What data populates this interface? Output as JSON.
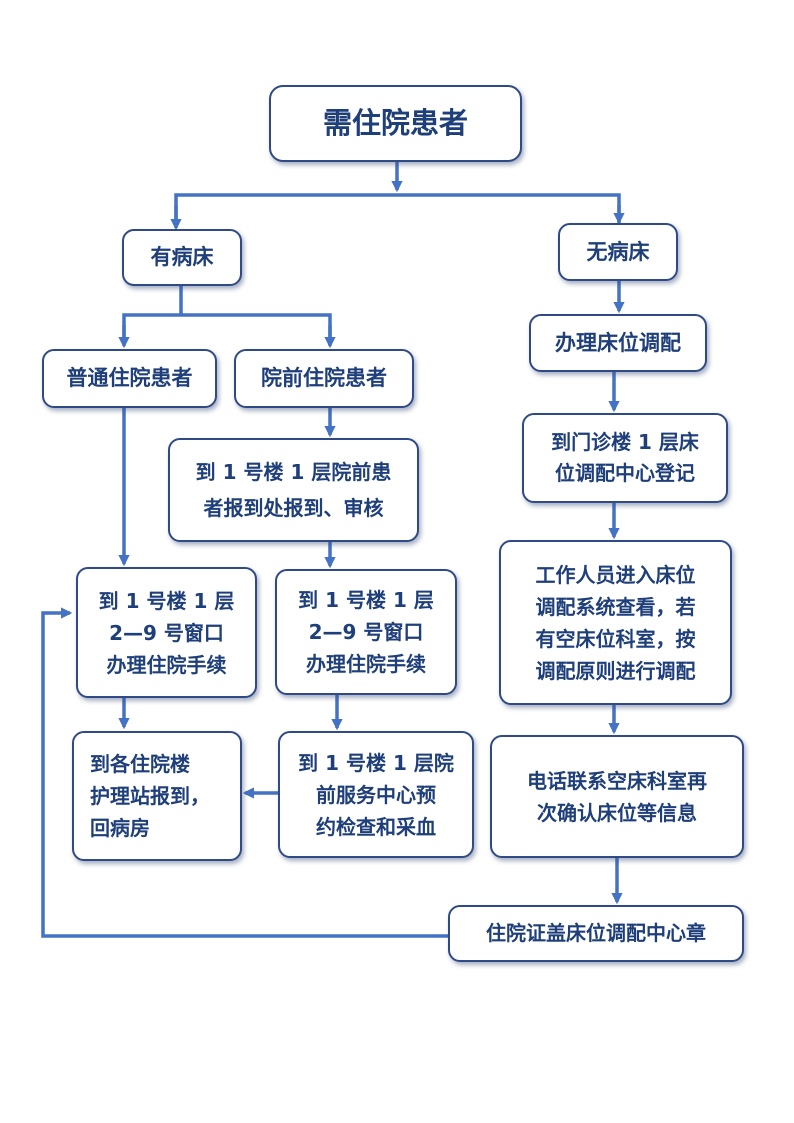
{
  "colors": {
    "line": "#4472c4",
    "border": "#2f4a86",
    "text": "#1f3f7a"
  },
  "nodes": {
    "start": "需住院患者",
    "has_bed": "有病床",
    "no_bed": "无病床",
    "regular_patient": "普通住院患者",
    "preadmission_patient": "院前住院患者",
    "bed_allocation": "办理床位调配",
    "preadmission_checkin": "到 1 号楼 1 层院前患\n者报到处报到、审核",
    "bed_center_register": "到门诊楼 1 层床\n位调配中心登记",
    "window_left": "到 1 号楼 1 层\n2—9 号窗口\n办理住院手续",
    "window_mid": "到 1 号楼 1 层\n2—9 号窗口\n办理住院手续",
    "staff_check": "工作人员进入床位\n调配系统查看，若\n有空床位科室，按\n调配原则进行调配",
    "ward_report": "到各住院楼\n护理站报到，\n回病房",
    "preadmission_service": "到 1 号楼 1 层院\n前服务中心预\n约检查和采血",
    "phone_confirm": "电话联系空床科室再\n次确认床位等信息",
    "stamp": "住院证盖床位调配中心章"
  }
}
